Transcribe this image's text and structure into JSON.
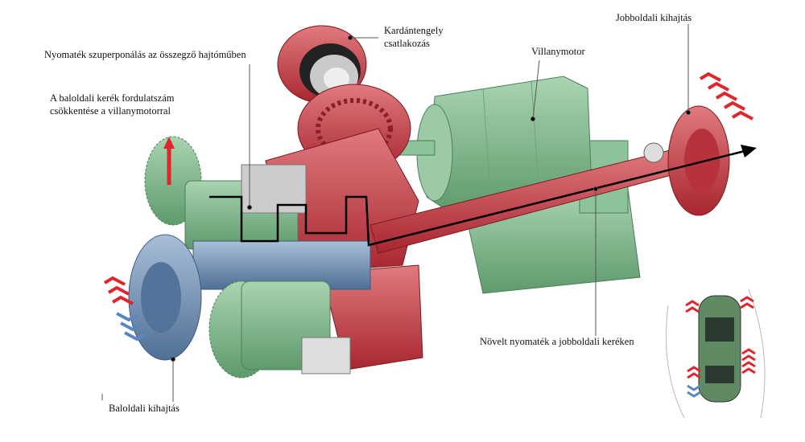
{
  "labels": {
    "propshaft": [
      "Kardántengely",
      "csatlakozás"
    ],
    "right_output": "Jobboldali kihajtás",
    "superposition": "Nyomaték szuperponálás az összegző hajtóműben",
    "electric_motor": "Villanymotor",
    "left_speed": [
      "A baloldali kerék fordulatszám",
      "csökkentése a villanymotorral"
    ],
    "right_torque": "Növelt nyomaték a jobboldali keréken",
    "left_output": "Baloldali kihajtás"
  },
  "colors": {
    "red": "#c8323a",
    "green": "#7fb88c",
    "blue": "#6f8fb3",
    "arrow_red": "#e0262c",
    "arrow_blue": "#5a86c0"
  }
}
